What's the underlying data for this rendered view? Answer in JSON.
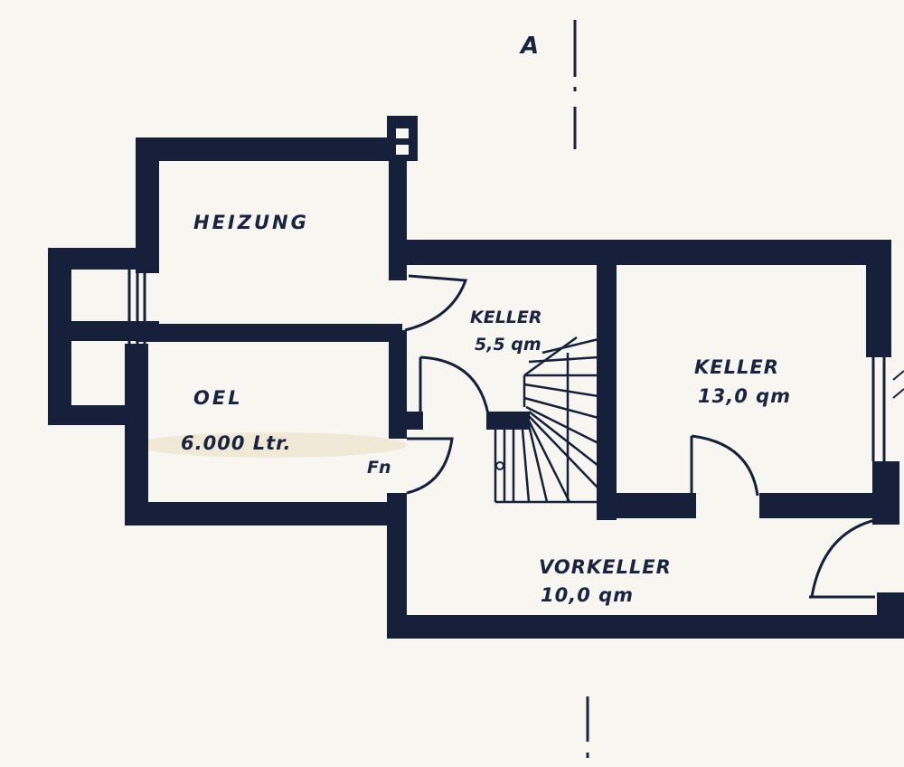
{
  "section_marker": "A",
  "rooms": {
    "heizung": {
      "name": "HEIZUNG"
    },
    "oel": {
      "name": "OEL",
      "capacity": "6.000 Ltr."
    },
    "keller_small": {
      "name": "KELLER",
      "area": "5,5 qm"
    },
    "keller_large": {
      "name": "KELLER",
      "area": "13,0 qm"
    },
    "vorkeller": {
      "name": "VORKELLER",
      "area": "10,0 qm"
    }
  },
  "fn_label": "Fn",
  "colors": {
    "wall": "#16203a",
    "paper": "#f7f6f1",
    "line": "#1a2440"
  }
}
